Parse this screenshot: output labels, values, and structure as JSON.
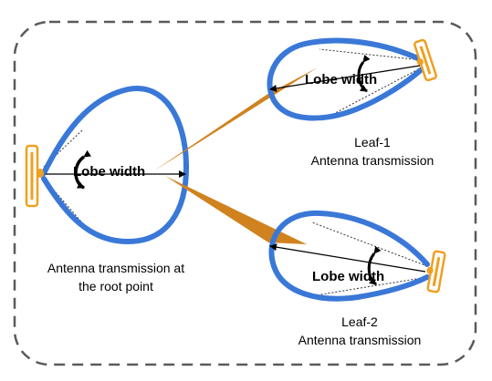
{
  "root": {
    "lobe_label": "Lobe width",
    "caption_line1": "Antenna transmission at",
    "caption_line2": "the root point"
  },
  "leaf1": {
    "lobe_label": "Lobe width",
    "name": "Leaf-1",
    "caption": "Antenna transmission"
  },
  "leaf2": {
    "lobe_label": "Lobe width",
    "name": "Leaf-2",
    "caption": "Antenna transmission"
  },
  "colors": {
    "lobe": "#3a78d8",
    "antenna": "#f0a020",
    "beam": "#d0821e",
    "boundary": "#5a5a5a",
    "arrow": "#000000"
  }
}
